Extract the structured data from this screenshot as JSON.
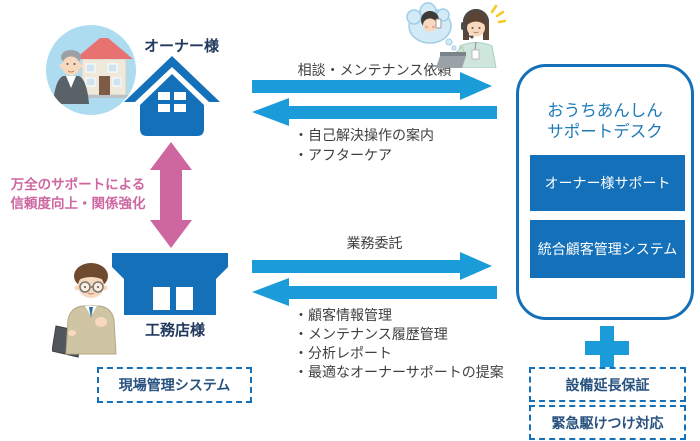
{
  "colors": {
    "arrow_blue": "#1b9bd7",
    "solid_blue": "#1470b8",
    "navy_text": "#22395e",
    "box_text_navy": "#27517e",
    "pink": "#ce66a0",
    "panel_title_blue": "#1f7ab8",
    "body_text": "#404040"
  },
  "owner": {
    "label": "オーナー様"
  },
  "contractor": {
    "label": "工務店様"
  },
  "relationship": {
    "line1": "万全のサポートによる",
    "line2": "信頼度向上・関係強化"
  },
  "owner_flow": {
    "to_desk_label": "相談・メンテナンス依頼",
    "from_desk_items": [
      "・自己解決操作の案内",
      "・アフターケア"
    ]
  },
  "contractor_flow": {
    "to_desk_label": "業務委託",
    "from_desk_items": [
      "・顧客情報管理",
      "・メンテナンス履歴管理",
      "・分析レポート",
      "・最適なオーナーサポートの提案"
    ]
  },
  "site_system_box": {
    "label": "現場管理システム"
  },
  "support_desk": {
    "title_line1": "おうちあんしん",
    "title_line2": "サポートデスク",
    "services": [
      "オーナー様サポート",
      "統合顧客管理システム"
    ]
  },
  "addons": [
    "設備延長保証",
    "緊急駆けつけ対応"
  ],
  "icons": {
    "owner_house_icon": "house",
    "contractor_store_icon": "store",
    "relationship_arrow_icon": "double-arrow-vertical",
    "plus_icon": "plus"
  }
}
